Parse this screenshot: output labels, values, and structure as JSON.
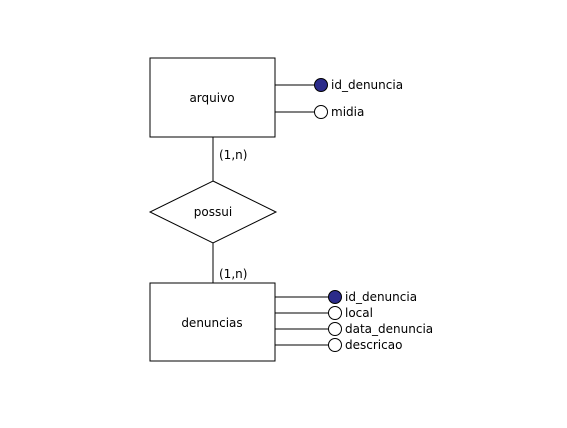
{
  "colors": {
    "stroke": "#000000",
    "key_fill": "#2b2b8a",
    "attr_fill": "#ffffff",
    "background": "#ffffff"
  },
  "entities": {
    "arquivo": {
      "label": "arquivo",
      "attributes": [
        {
          "name": "id_denuncia",
          "key": true
        },
        {
          "name": "midia",
          "key": false
        }
      ]
    },
    "denuncias": {
      "label": "denuncias",
      "attributes": [
        {
          "name": "id_denuncia",
          "key": true
        },
        {
          "name": "local",
          "key": false
        },
        {
          "name": "data_denuncia",
          "key": false
        },
        {
          "name": "descricao",
          "key": false
        }
      ]
    }
  },
  "relationship": {
    "label": "possui",
    "card_top": "(1,n)",
    "card_bottom": "(1,n)"
  }
}
